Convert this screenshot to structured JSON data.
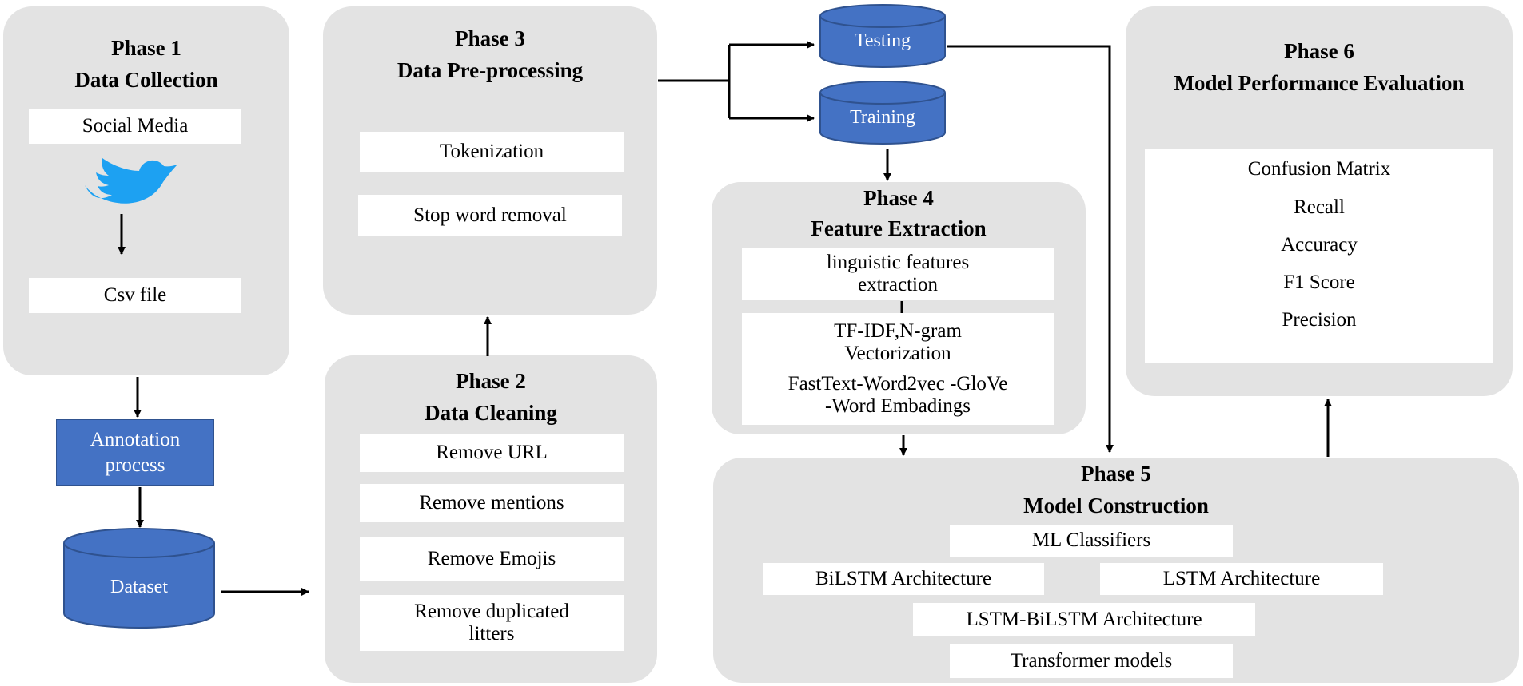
{
  "phase1": {
    "phase": "Phase 1",
    "name": "Data Collection",
    "source": "Social Media",
    "file": "Csv file"
  },
  "annotation": [
    "Annotation",
    "process"
  ],
  "dataset": "Dataset",
  "phase2": {
    "phase": "Phase 2",
    "name": "Data Cleaning",
    "steps": [
      "Remove URL",
      "Remove mentions",
      "Remove Emojis"
    ],
    "last_step": [
      "Remove duplicated",
      "litters"
    ]
  },
  "phase3": {
    "phase": "Phase 3",
    "name": "Data Pre-processing",
    "steps": [
      "Tokenization",
      "Stop word removal"
    ]
  },
  "split": {
    "testing": "Testing",
    "training": "Training"
  },
  "phase4": {
    "phase": "Phase 4",
    "name": "Feature Extraction",
    "linguistic": [
      "linguistic features",
      "extraction"
    ],
    "vectorization": [
      "TF-IDF,N-gram",
      "Vectorization"
    ],
    "embeddings": [
      "FastText-Word2vec -GloVe",
      "-Word Embadings"
    ]
  },
  "phase5": {
    "phase": "Phase 5",
    "name": "Model Construction",
    "ml": "ML Classifiers",
    "bilstm": "BiLSTM Architecture",
    "lstm": "LSTM  Architecture",
    "hybrid": "LSTM-BiLSTM Architecture",
    "transformer": "Transformer models"
  },
  "phase6": {
    "phase": "Phase 6",
    "name": "Model Performance Evaluation",
    "metrics": [
      "Confusion Matrix",
      "Recall",
      "Accuracy",
      "F1 Score",
      "Precision"
    ]
  },
  "colors": {
    "panel": "#e3e3e3",
    "accent_blue": "#4472c4",
    "twitter_blue": "#1da1f2"
  },
  "icons": {
    "social": "twitter-bird-icon"
  }
}
